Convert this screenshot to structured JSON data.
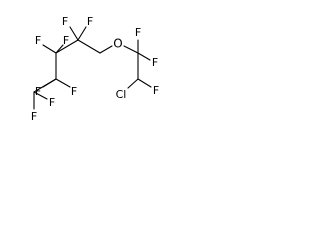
{
  "molecule": {
    "atoms": {
      "f_c1_up_left": "F",
      "f_c1_up_right": "F",
      "f_c2_left": "F",
      "f_c2_right": "F",
      "f_c3_left": "F",
      "f_c3_right": "F",
      "f_c4_right": "F",
      "f_c4_bottom": "F",
      "oxygen": "O",
      "f_ca_up": "F",
      "f_ca_right": "F",
      "chlorine": "Cl",
      "f_cb_right": "F"
    }
  }
}
